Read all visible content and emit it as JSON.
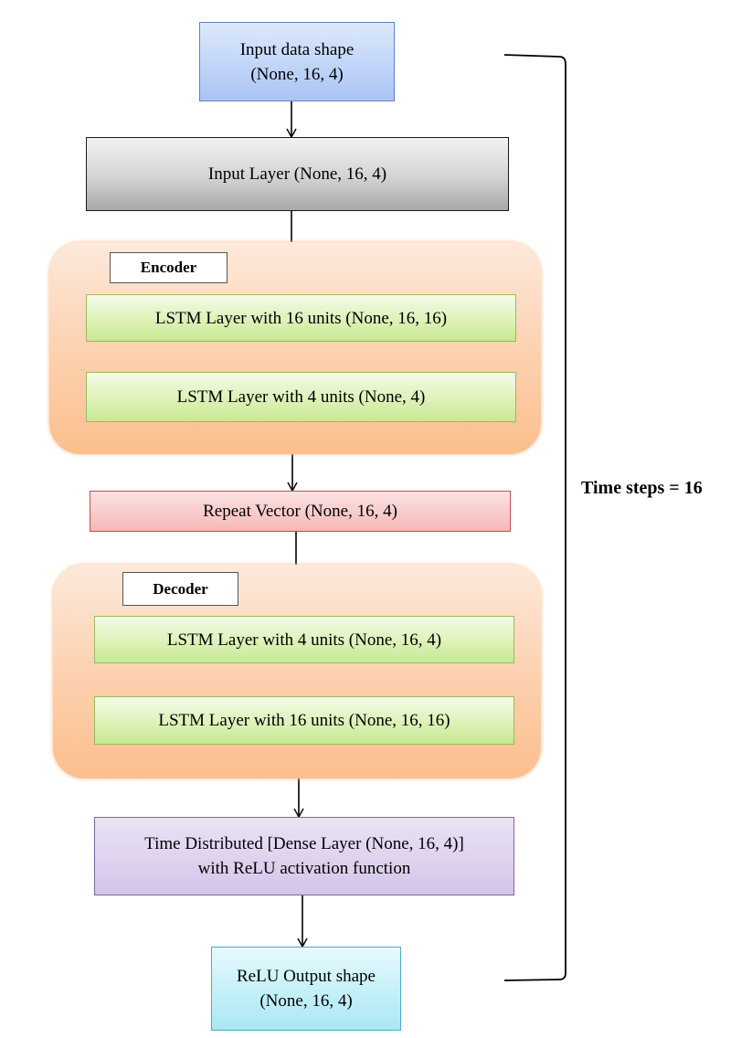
{
  "diagram": {
    "input_shape": {
      "line1": "Input data shape",
      "line2": "(None, 16, 4)"
    },
    "input_layer": {
      "label": "Input Layer (None, 16, 4)"
    },
    "encoder": {
      "tag": "Encoder",
      "lstm1": "LSTM Layer with 16 units (None, 16, 16)",
      "lstm2": "LSTM Layer with 4 units (None, 4)"
    },
    "repeat_vector": {
      "label": "Repeat Vector (None, 16, 4)"
    },
    "decoder": {
      "tag": "Decoder",
      "lstm1": "LSTM Layer with 4 units (None, 16, 4)",
      "lstm2": "LSTM Layer with 16 units (None, 16, 16)"
    },
    "time_distributed": {
      "line1": "Time Distributed [Dense Layer (None, 16, 4)]",
      "line2": "with ReLU activation function"
    },
    "output_shape": {
      "line1": "ReLU Output shape",
      "line2": "(None, 16, 4)"
    },
    "time_steps": "Time steps = 16"
  },
  "colors": {
    "input_shape": "#a9c4f5",
    "input_layer": "#d3d3d3",
    "lstm": "#ddf2b8",
    "panel": "#fcd0ad",
    "repeat_vector": "#f6b7b7",
    "time_distributed": "#d4c4ea",
    "output_shape": "#a9e8f4"
  }
}
